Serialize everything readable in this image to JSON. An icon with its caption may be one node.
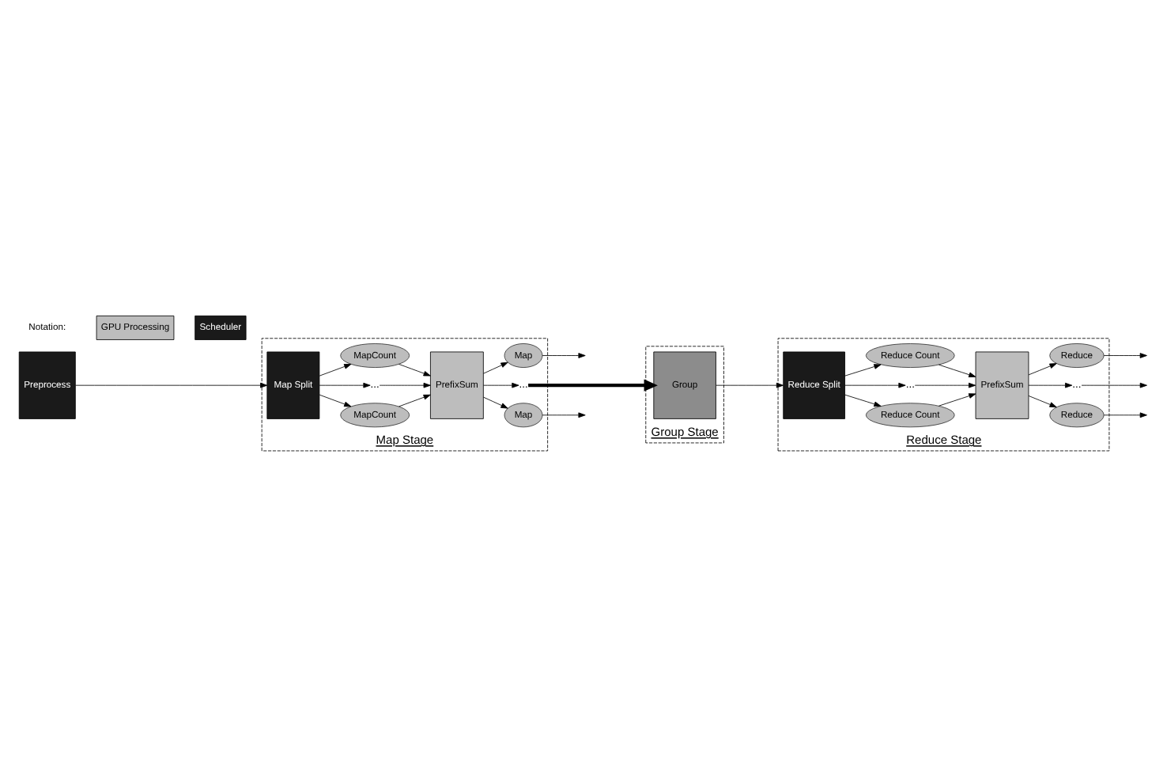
{
  "diagram": {
    "nodes": [
      {
        "text": [
          "Map Stage"
        ]
      },
      {
        "text": [
          "Preprocess"
        ]
      },
      {
        "text": [
          "Map Split"
        ],
        "in": 0
      },
      {
        "text": [
          "MapCount"
        ],
        "in": 0
      },
      {
        "text": [
          "..."
        ],
        "in": 0
      },
      {
        "text": [
          "MapCount"
        ],
        "in": 0
      },
      {
        "text": [
          "PrefixSum"
        ],
        "in": 0
      },
      {
        "text": [
          "Map"
        ],
        "in": 0
      },
      {
        "text": [
          "..."
        ],
        "in": 0
      },
      {
        "text": [
          "Map"
        ],
        "in": 0
      },
      {
        "text": [
          "Group Stage"
        ]
      },
      {
        "text": [
          "Group"
        ],
        "in": 10
      },
      {
        "text": [
          "Reduce Stage"
        ]
      },
      {
        "text": [
          "Reduce Split"
        ],
        "in": 12
      },
      {
        "text": [
          "Reduce Count"
        ],
        "in": 12
      },
      {
        "text": [
          "..."
        ],
        "in": 12
      },
      {
        "text": [
          "Reduce Count"
        ],
        "in": 12
      },
      {
        "text": [
          "PrefixSum"
        ],
        "in": 12
      },
      {
        "text": [
          "Reduce"
        ],
        "in": 12
      },
      {
        "text": [
          "..."
        ],
        "in": 12
      },
      {
        "text": [
          "Reduce"
        ],
        "in": 12
      }
    ],
    "edges": [
      {
        "from": 1,
        "to": 2,
        "arrow": "to"
      },
      {
        "from": 2,
        "to": 3,
        "arrow": "to"
      },
      {
        "from": 2,
        "to": 4,
        "arrow": "to"
      },
      {
        "from": 2,
        "to": 5,
        "arrow": "to"
      },
      {
        "from": 3,
        "to": 6,
        "arrow": "to"
      },
      {
        "from": 4,
        "to": 6,
        "arrow": "to"
      },
      {
        "from": 5,
        "to": 6,
        "arrow": "to"
      },
      {
        "from": 6,
        "to": 7,
        "arrow": "to"
      },
      {
        "from": 6,
        "to": 8,
        "arrow": "to"
      },
      {
        "from": 6,
        "to": 9,
        "arrow": "to"
      },
      {
        "from": 7,
        "to": null,
        "arrow": "to"
      },
      {
        "from": 8,
        "to": 11,
        "arrow": "to",
        "style": "thick"
      },
      {
        "from": 9,
        "to": null,
        "arrow": "to"
      },
      {
        "from": 11,
        "to": 13,
        "arrow": "to"
      },
      {
        "from": 13,
        "to": 14,
        "arrow": "to"
      },
      {
        "from": 13,
        "to": 15,
        "arrow": "to"
      },
      {
        "from": 13,
        "to": 16,
        "arrow": "to"
      },
      {
        "from": 14,
        "to": 17,
        "arrow": "to"
      },
      {
        "from": 15,
        "to": 17,
        "arrow": "to"
      },
      {
        "from": 16,
        "to": 17,
        "arrow": "to"
      },
      {
        "from": 17,
        "to": 18,
        "arrow": "to"
      },
      {
        "from": 17,
        "to": 19,
        "arrow": "to"
      },
      {
        "from": 17,
        "to": 20,
        "arrow": "to"
      },
      {
        "from": 18,
        "to": null,
        "arrow": "to"
      },
      {
        "from": 19,
        "to": null,
        "arrow": "to"
      },
      {
        "from": 20,
        "to": null,
        "arrow": "to"
      }
    ],
    "labels": [
      "Notation:"
    ],
    "legend": [
      {
        "text": "GPU Processing",
        "color": "#bdbdbd"
      },
      {
        "text": "Scheduler",
        "color": "#1a1a1a"
      }
    ]
  }
}
